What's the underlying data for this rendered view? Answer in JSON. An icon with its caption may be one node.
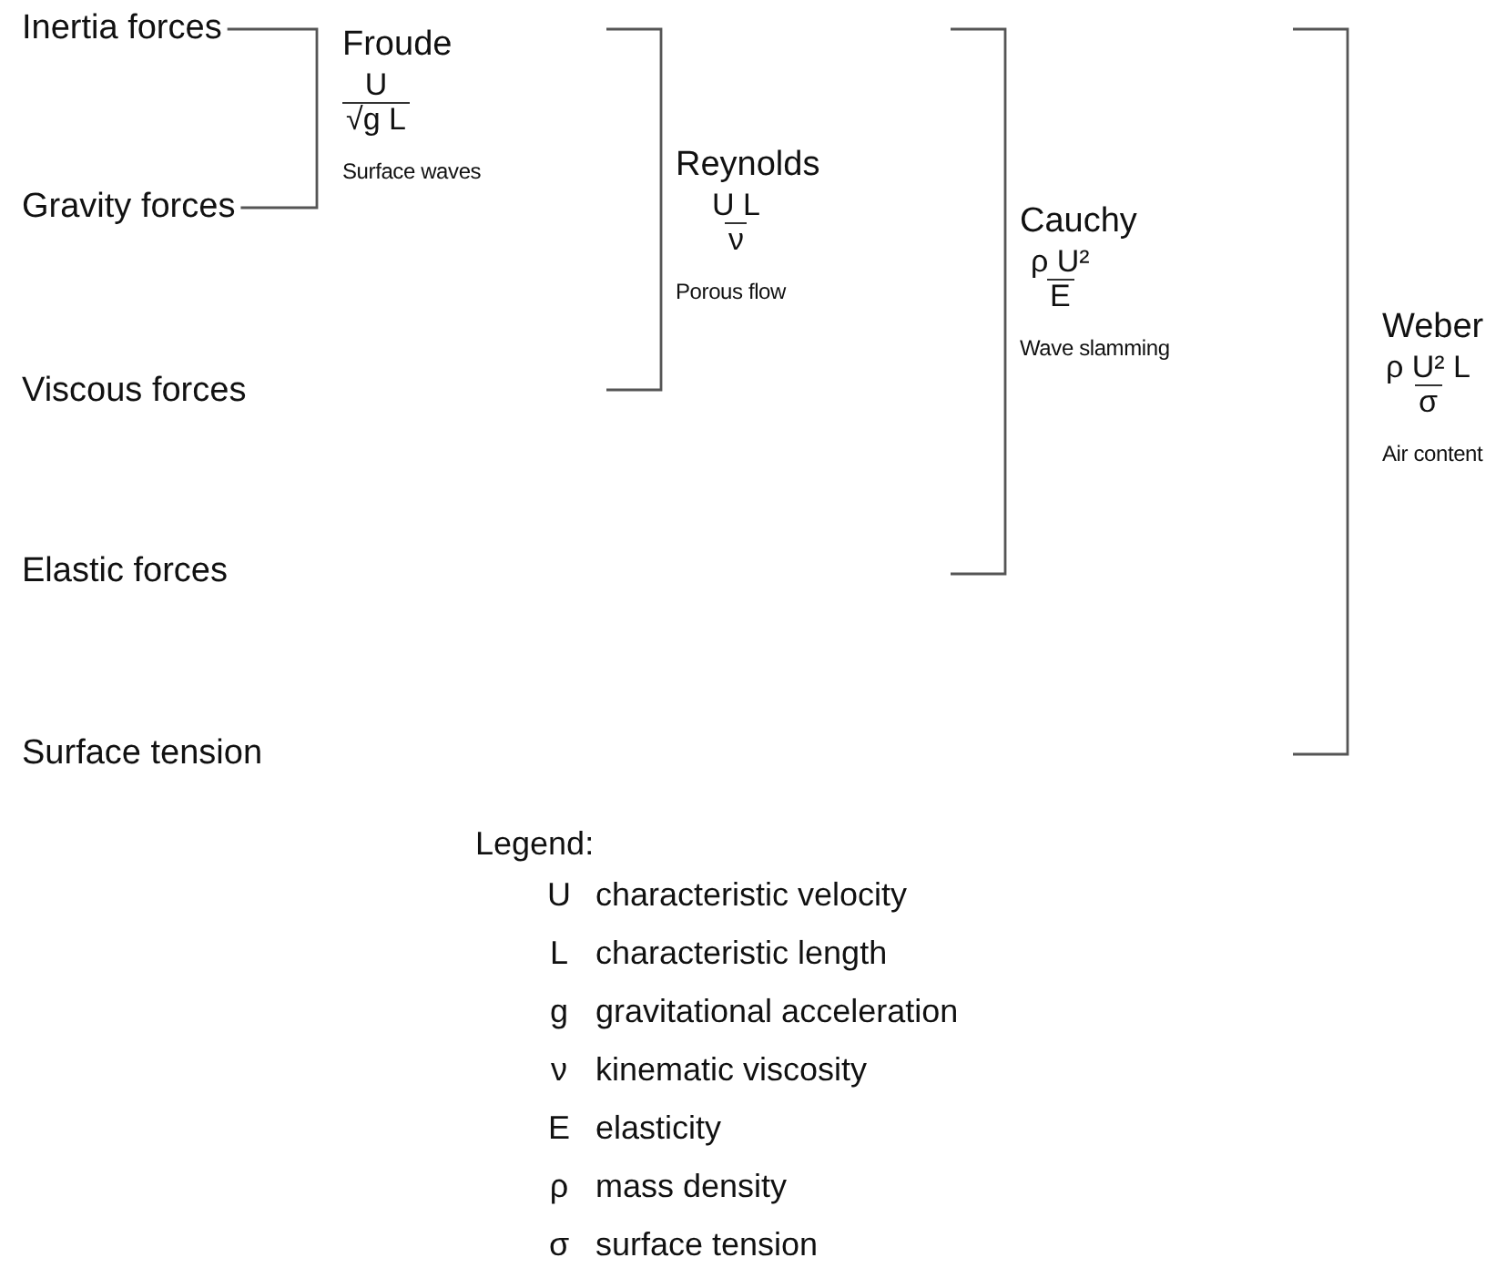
{
  "diagram": {
    "nodes": [
      {
        "text": [
          "Inertia forces"
        ]
      },
      {
        "text": [
          "Gravity forces"
        ]
      },
      {
        "text": [
          "Viscous forces"
        ]
      },
      {
        "text": [
          "Elastic forces"
        ]
      },
      {
        "text": [
          "Surface tension"
        ]
      },
      {
        "text": [
          "Froude",
          "U",
          "√g L",
          "Surface waves"
        ]
      },
      {
        "text": [
          "Reynolds",
          "U L",
          "ν",
          "Porous flow"
        ]
      },
      {
        "text": [
          "Cauchy",
          "ρ U²",
          "E",
          "Wave slamming"
        ]
      },
      {
        "text": [
          "Weber",
          "ρ U² L",
          "σ",
          "Air content"
        ]
      }
    ],
    "edges": [
      {
        "from": 0,
        "to": 5,
        "arrow": "none"
      },
      {
        "from": 1,
        "to": 5,
        "arrow": "none"
      }
    ],
    "labels": [
      "Legend:",
      "U",
      "characteristic velocity",
      "L",
      "characteristic length",
      "g",
      "gravitational acceleration",
      "ν",
      "kinematic viscosity",
      "E",
      "elasticity",
      "ρ",
      "mass density",
      "σ",
      "surface tension"
    ]
  }
}
